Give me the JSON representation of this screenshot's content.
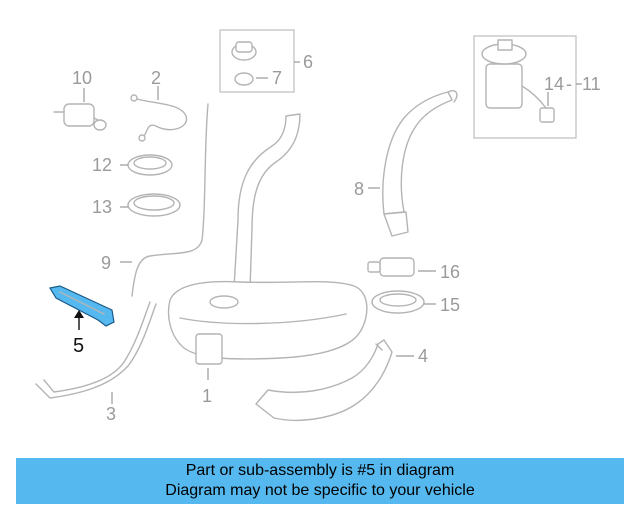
{
  "callouts": {
    "c1": "1",
    "c2": "2",
    "c3": "3",
    "c4": "4",
    "c5": "5",
    "c6": "6",
    "c7": "7",
    "c8": "8",
    "c9": "9",
    "c10": "10",
    "c11": "11",
    "c12": "12",
    "c13": "13",
    "c14": "14",
    "c15": "15",
    "c16": "16"
  },
  "highlight": {
    "part": "5",
    "color": "#55b8ef"
  },
  "banner": {
    "line1": "Part or sub-assembly is #5 in diagram",
    "line2": "Diagram may not be specific to your vehicle",
    "background": "#55b8ef"
  }
}
